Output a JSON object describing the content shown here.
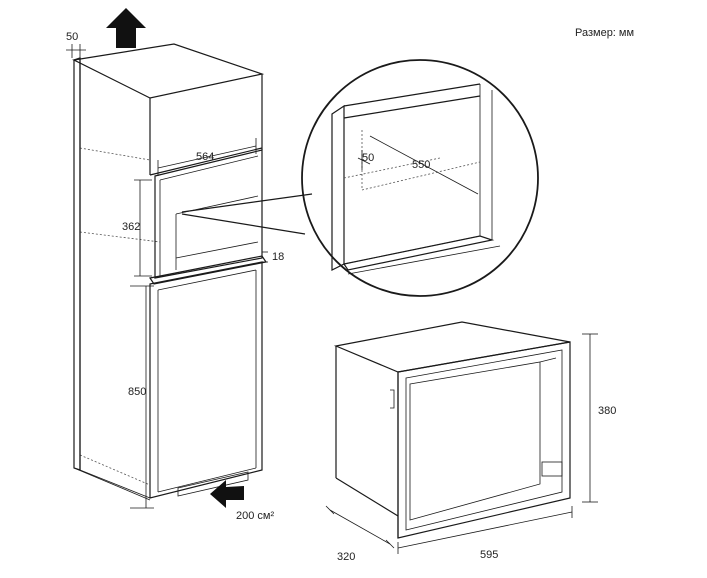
{
  "size_note": "Размер: мм",
  "dimensions": {
    "cabinet_gap": "50",
    "niche_width": "564",
    "niche_height": "362",
    "shelf_thickness": "18",
    "lower_height": "850",
    "vent_area": "200 см²",
    "detail_setback": "50",
    "detail_depth": "550",
    "oven_height": "380",
    "oven_depth": "320",
    "oven_width": "595"
  },
  "icons": {
    "vent_top": "arrow-up-icon",
    "vent_bottom": "arrow-left-icon"
  },
  "colors": {
    "line": "#1a1a1a",
    "arrow": "#111111"
  }
}
